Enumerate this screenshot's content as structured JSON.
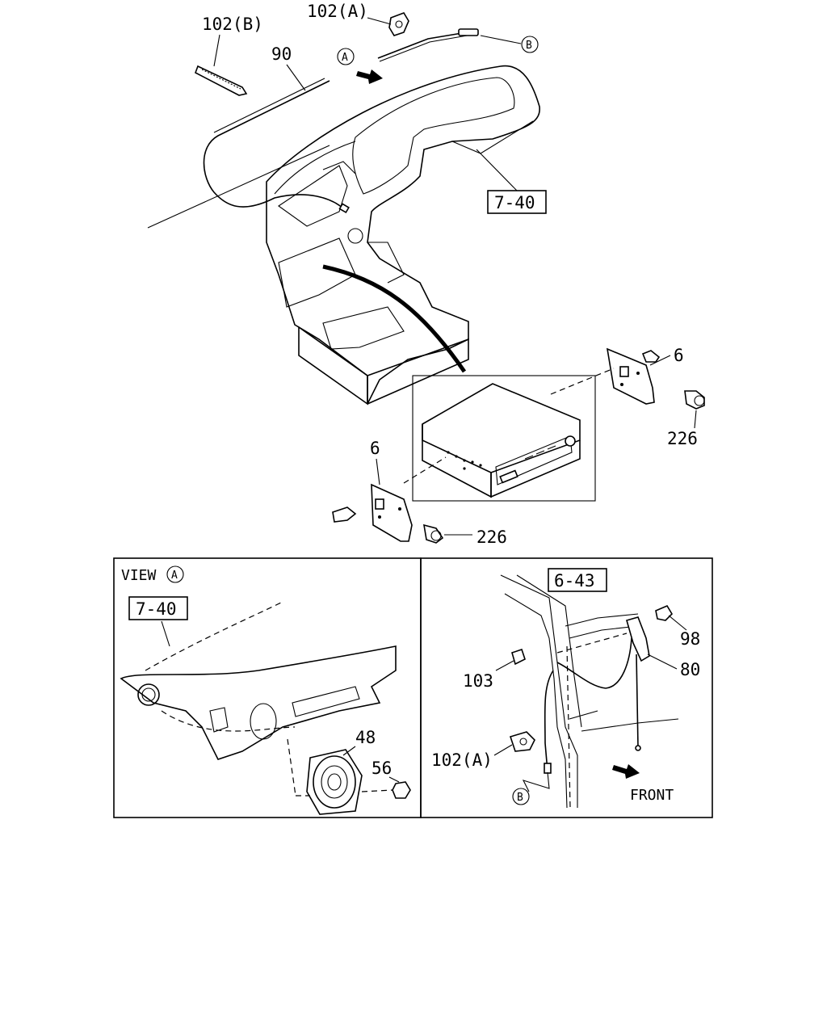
{
  "labels": {
    "part_102b_top": "102(B)",
    "part_102a_top": "102(A)",
    "part_90": "90",
    "callout_a_top": "A",
    "callout_b_top": "B",
    "ref_7_40_top": "7-40",
    "part_6_right": "6",
    "part_226_right": "226",
    "part_6_left": "6",
    "part_226_left": "226"
  },
  "view_a_panel": {
    "title": "VIEW",
    "title_callout": "A",
    "ref_7_40": "7-40",
    "part_48": "48",
    "part_56": "56"
  },
  "antenna_panel": {
    "ref_6_43": "6-43",
    "part_98": "98",
    "part_80": "80",
    "part_103": "103",
    "part_102a": "102(A)",
    "callout_b": "B",
    "front_label": "FRONT"
  }
}
